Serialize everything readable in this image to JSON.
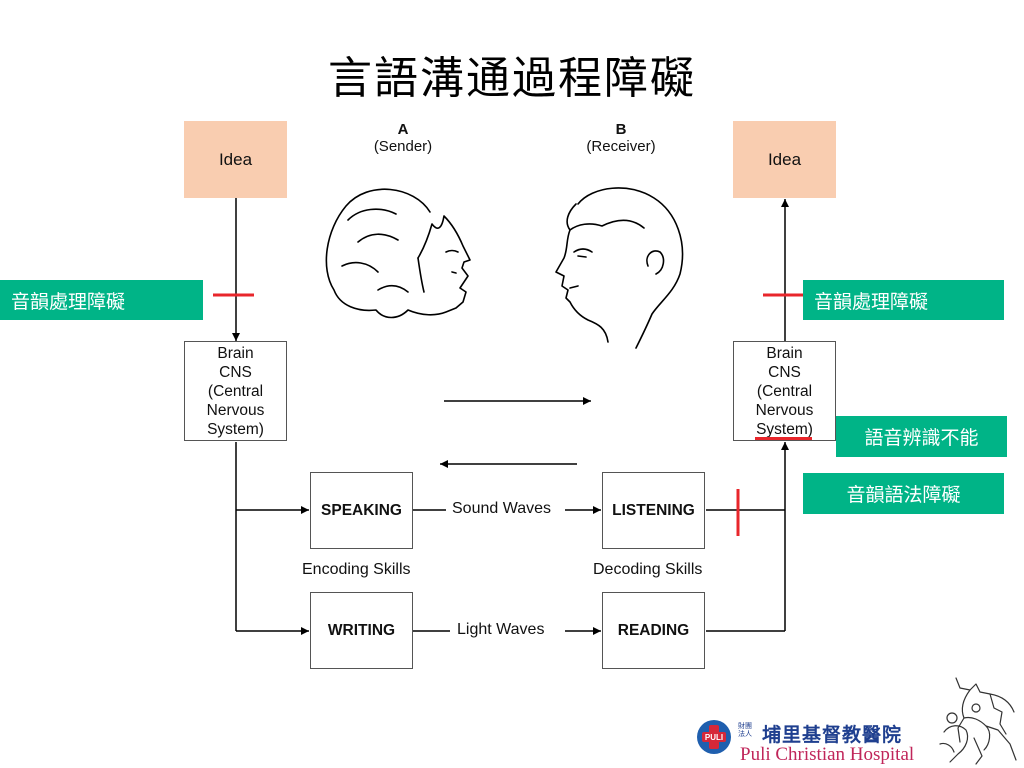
{
  "title": "言語溝通過程障礙",
  "sender": {
    "id": "A",
    "role": "(Sender)"
  },
  "receiver": {
    "id": "B",
    "role": "(Receiver)"
  },
  "idea_left": "Idea",
  "idea_right": "Idea",
  "brain_left": "Brain\nCNS\n(Central\nNervous\nSystem)",
  "brain_right": "Brain\nCNS\n(Central\nNervous\nSystem)",
  "skills": {
    "speaking": "SPEAKING",
    "writing": "WRITING",
    "listening": "LISTENING",
    "reading": "READING"
  },
  "channels": {
    "sound": "Sound Waves",
    "light": "Light Waves",
    "encoding": "Encoding Skills",
    "decoding": "Decoding Skills"
  },
  "disorders": {
    "left_phonological": "音韻處理障礙",
    "right_phonological": "音韻處理障礙",
    "speech_recognition": "語音辨識不能",
    "phono_syntax": "音韻語法障礙"
  },
  "logo": {
    "org_small": "財團 法人",
    "name_cn": "埔里基督教醫院",
    "name_en": "Puli Christian Hospital",
    "badge": "PULI"
  },
  "colors": {
    "idea_fill": "#f9cdb0",
    "tag_green": "#00b487",
    "block_red": "#e8262b",
    "logo_blue": "#1f3f8f",
    "logo_red": "#c0265a"
  }
}
